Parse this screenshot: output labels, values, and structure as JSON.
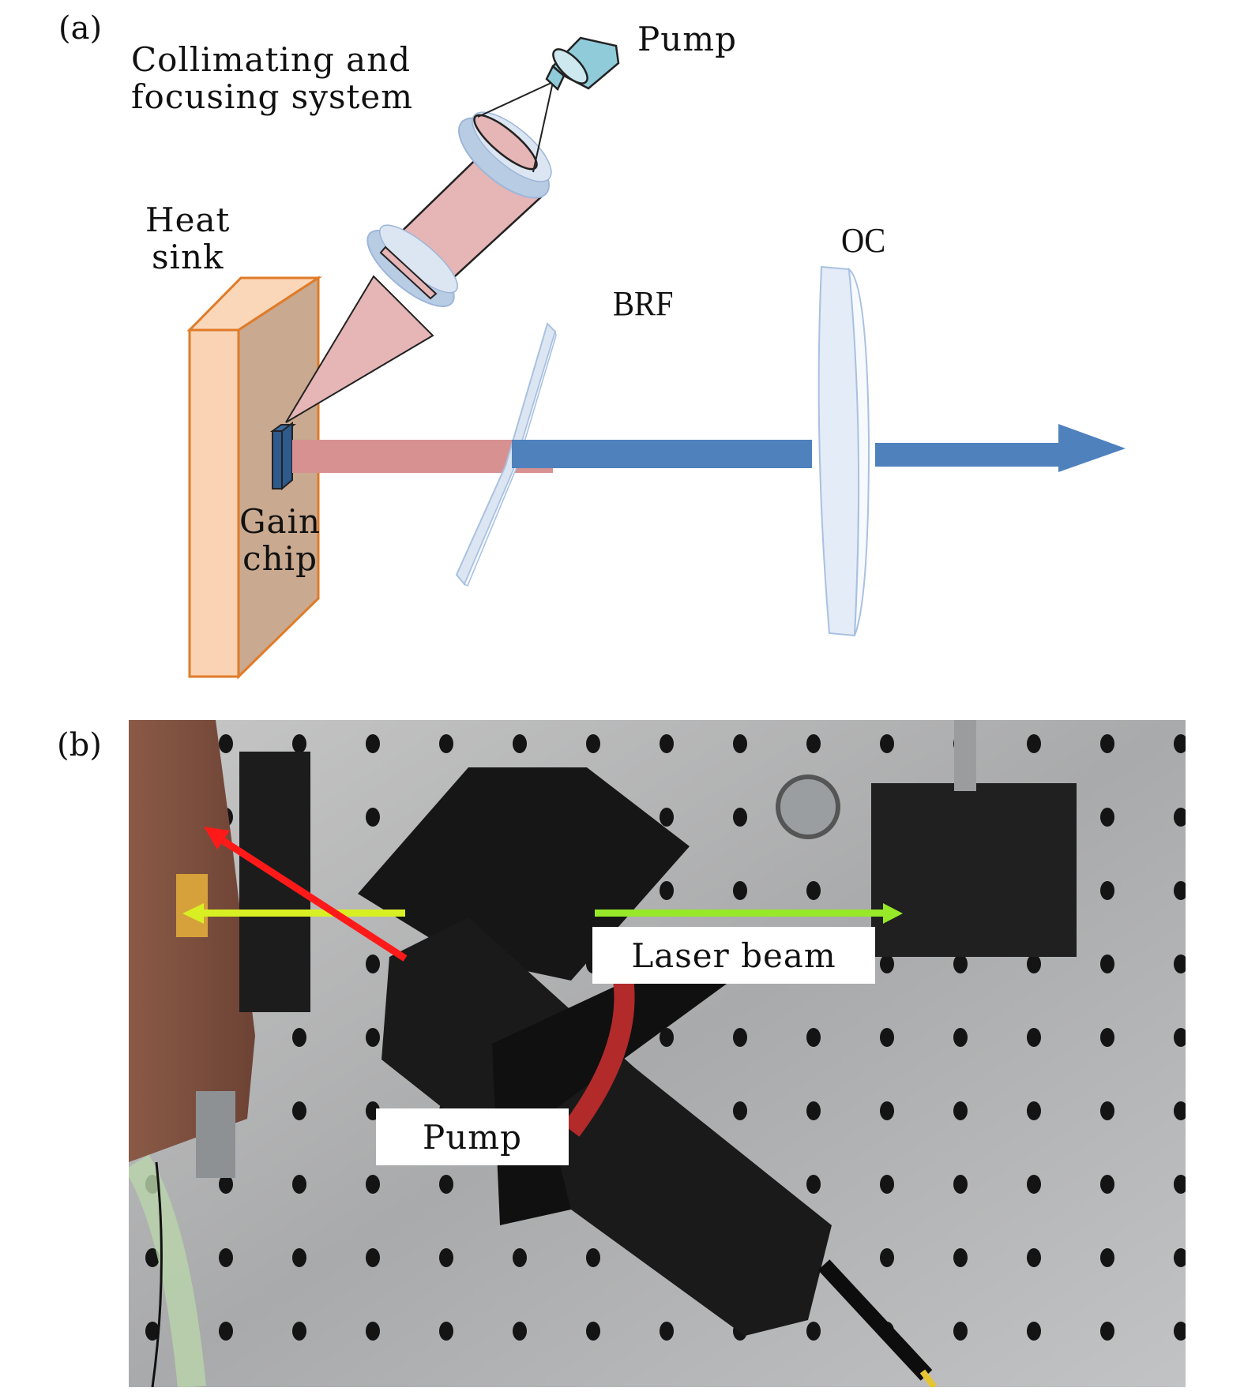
{
  "figure": {
    "panel_a": {
      "label": "(a)",
      "labels": {
        "collimating_line1": "Collimating and",
        "collimating_line2": "focusing system",
        "pump": "Pump",
        "heat_sink_line1": "Heat",
        "heat_sink_line2": "sink",
        "gain_chip_line1": "Gain",
        "gain_chip_line2": "chip",
        "brf": "BRF",
        "oc": "OC"
      },
      "colors": {
        "heat_sink_front": "#f9d3b3",
        "heat_sink_side": "#c9a98f",
        "heat_sink_edge": "#e07b28",
        "pump_beam": "#e6b5b5",
        "intracavity_pump_red": "#d79191",
        "laser_blue": "#4f81bd",
        "lens_blue": "#b8cce4",
        "lens_light": "#dce6f2",
        "pump_body": "#8fcbd9",
        "gain_chip": "#2f5a8c"
      }
    },
    "panel_b": {
      "label": "(b)",
      "labels": {
        "laser_beam": "Laser beam",
        "pump": "Pump"
      },
      "colors": {
        "laser_arrow": "#b3f225",
        "pump_arrow": "#ff1a1a"
      }
    }
  }
}
